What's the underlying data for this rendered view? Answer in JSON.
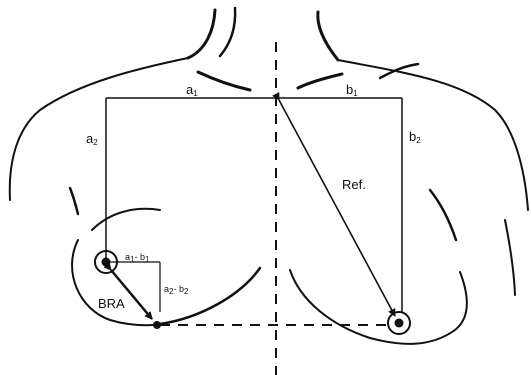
{
  "diagram": {
    "labels": {
      "a1": {
        "main": "a",
        "sub": "1"
      },
      "b1": {
        "main": "b",
        "sub": "1"
      },
      "a2": {
        "main": "a",
        "sub": "2"
      },
      "b2": {
        "main": "b",
        "sub": "2"
      },
      "ref": "Ref.",
      "bra": "BRA",
      "a1_minus_b1": {
        "a": "a",
        "a_sub": "1",
        "sep": "- ",
        "b": "b",
        "b_sub": "1"
      },
      "a2_minus_b2": {
        "a": "a",
        "a_sub": "2",
        "sep": "- ",
        "b": "b",
        "b_sub": "2"
      }
    },
    "colors": {
      "ink": "#111111",
      "background": "#ffffff"
    }
  }
}
